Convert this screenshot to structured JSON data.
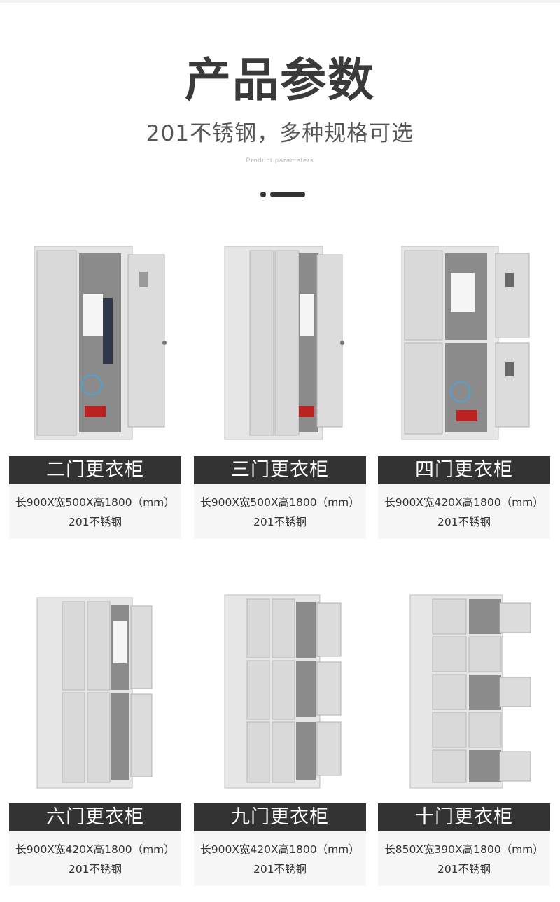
{
  "header": {
    "title": "产品参数",
    "subtitle": "201不锈钢，多种规格可选",
    "subtitle_en": "Product parameters"
  },
  "colors": {
    "label_bar": "#333333",
    "spec_bg": "#f6f6f6",
    "steel": "#d6d6d6"
  },
  "products": [
    {
      "name": "二门更衣柜",
      "dims": "长900X宽500X高1800（mm）",
      "material": "201不锈钢",
      "image": "two-door-locker"
    },
    {
      "name": "三门更衣柜",
      "dims": "长900X宽500X高1800（mm）",
      "material": "201不锈钢",
      "image": "three-door-locker"
    },
    {
      "name": "四门更衣柜",
      "dims": "长900X宽420X高1800（mm）",
      "material": "201不锈钢",
      "image": "four-door-locker"
    },
    {
      "name": "六门更衣柜",
      "dims": "长900X宽420X高1800（mm）",
      "material": "201不锈钢",
      "image": "six-door-locker"
    },
    {
      "name": "九门更衣柜",
      "dims": "长900X宽420X高1800（mm）",
      "material": "201不锈钢",
      "image": "nine-door-locker"
    },
    {
      "name": "十门更衣柜",
      "dims": "长850X宽390X高1800（mm）",
      "material": "201不锈钢",
      "image": "ten-door-locker"
    }
  ]
}
